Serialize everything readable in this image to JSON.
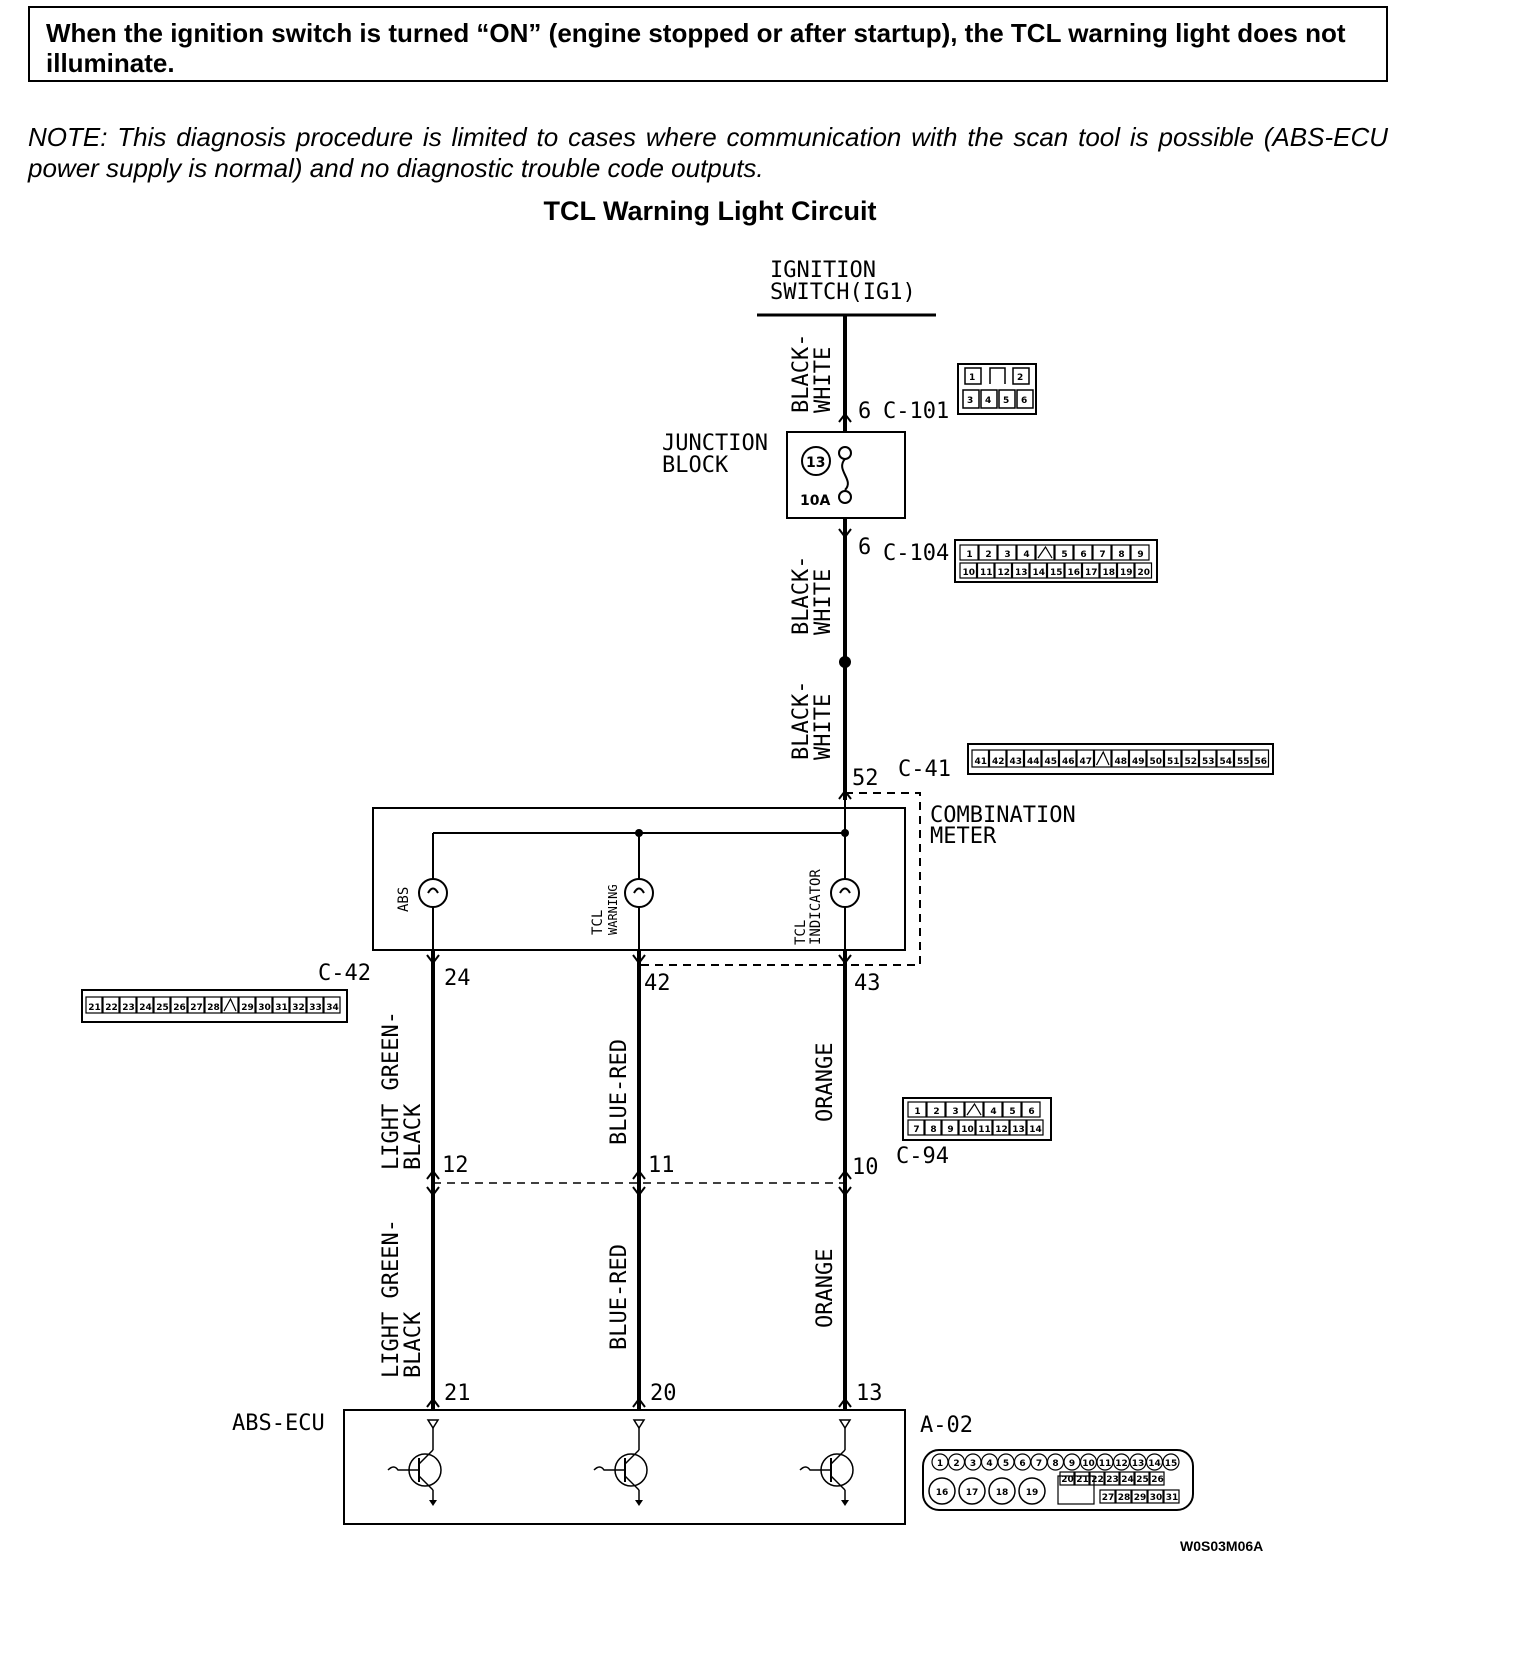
{
  "header": {
    "text": "When the ignition switch is turned “ON” (engine stopped or after startup), the TCL warning light does not illuminate."
  },
  "note": {
    "text": "NOTE: This diagnosis procedure is limited to cases where communication with the scan tool is possible (ABS-ECU power supply is normal) and no diagnostic trouble code outputs."
  },
  "diagram": {
    "title": "TCL Warning Light Circuit",
    "ignition": {
      "line1": "IGNITION",
      "line2": "SWITCH(IG1)"
    },
    "junction_block": {
      "line1": "JUNCTION",
      "line2": "BLOCK",
      "fuse_number": "13",
      "fuse_rating": "10A"
    },
    "combination_meter": {
      "line1": "COMBINATION",
      "line2": "METER"
    },
    "ecu": {
      "label": "ABS-ECU"
    },
    "lamps": {
      "abs": "ABS",
      "tcl_warning_1": "TCL",
      "tcl_warning_2": "WARNING",
      "tcl_indicator_1": "TCL",
      "tcl_indicator_2": "INDICATOR"
    },
    "wire_colors": {
      "bw1a": "BLACK-",
      "bw1b": "WHITE",
      "bw2a": "BLACK-",
      "bw2b": "WHITE",
      "bw3a": "BLACK-",
      "bw3b": "WHITE",
      "lgb1a": "LIGHT GREEN-",
      "lgb1b": "BLACK",
      "lgb2a": "LIGHT GREEN-",
      "lgb2b": "BLACK",
      "br1": "BLUE-RED",
      "br2": "BLUE-RED",
      "or1": "ORANGE",
      "or2": "ORANGE"
    },
    "connectors": {
      "c101": "C-101",
      "c104": "C-104",
      "c41": "C-41",
      "c42": "C-42",
      "c94": "C-94",
      "a02": "A-02"
    },
    "pins": {
      "c101": "6",
      "c104": "6",
      "c41": "52",
      "c42_a": "24",
      "c42_b": "42",
      "c42_c": "43",
      "c94_a": "12",
      "c94_b": "11",
      "c94_c": "10",
      "a02_a": "21",
      "a02_b": "20",
      "a02_c": "13"
    },
    "connector_faces": {
      "c101_top": [
        "1",
        "",
        "2"
      ],
      "c101_bot": [
        "3",
        "4",
        "5",
        "6"
      ],
      "c104_top": [
        "1",
        "2",
        "3",
        "4",
        "",
        "5",
        "6",
        "7",
        "8",
        "9"
      ],
      "c104_bot": [
        "10",
        "11",
        "12",
        "13",
        "14",
        "15",
        "16",
        "17",
        "18",
        "19",
        "20"
      ],
      "c41": [
        "41",
        "42",
        "43",
        "44",
        "45",
        "46",
        "47",
        "",
        "48",
        "49",
        "50",
        "51",
        "52",
        "53",
        "54",
        "55",
        "56"
      ],
      "c42": [
        "21",
        "22",
        "23",
        "24",
        "25",
        "26",
        "27",
        "28",
        "",
        "29",
        "30",
        "31",
        "32",
        "33",
        "34"
      ],
      "c94_top": [
        "1",
        "2",
        "3",
        "",
        "4",
        "5",
        "6"
      ],
      "c94_bot": [
        "7",
        "8",
        "9",
        "10",
        "11",
        "12",
        "13",
        "14"
      ],
      "a02_top": [
        "1",
        "2",
        "3",
        "4",
        "5",
        "6",
        "7",
        "8",
        "9",
        "10",
        "11",
        "12",
        "13",
        "14",
        "15"
      ],
      "a02_bot": [
        "16",
        "17",
        "18",
        "19"
      ],
      "a02_mid": [
        "20",
        "21",
        "22",
        "23",
        "24",
        "25",
        "26"
      ],
      "a02_low": [
        "27",
        "28",
        "29",
        "30",
        "31"
      ]
    },
    "figure_code": "W0S03M06A"
  }
}
